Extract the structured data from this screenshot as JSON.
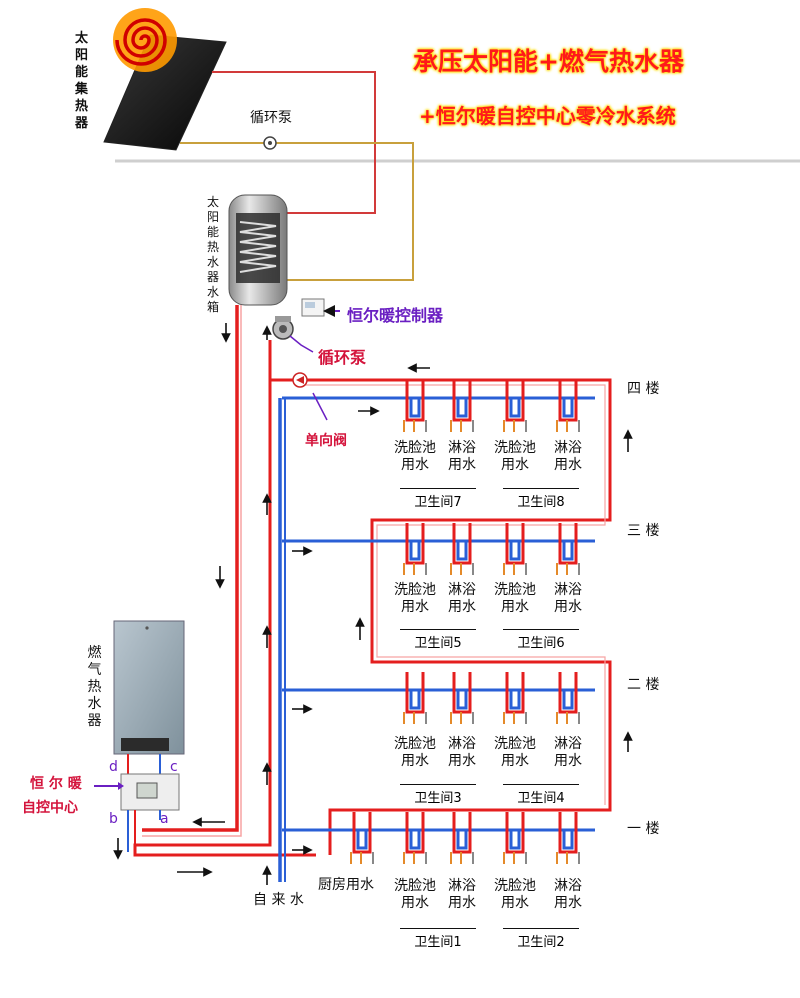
{
  "title_line1": "承压太阳能+燃气热水器",
  "title_line2": "+恒尔暖自控中心零冷水系统",
  "solar_collector_label": "太阳能集热器",
  "circulation_pump_top": "循环泵",
  "solar_tank_label": "太阳能热水器水箱",
  "controller_callout": "恒尔暖控制器",
  "pump_callout": "循环泵",
  "check_valve_callout": "单向阀",
  "gas_heater_label": "燃气热水器",
  "control_center_callout": [
    "恒 尔 暖",
    "自控中心"
  ],
  "ports": {
    "a": "a",
    "b": "b",
    "c": "c",
    "d": "d"
  },
  "tap_water_label": "自 来 水",
  "kitchen_label": "厨房用水",
  "fixture_labels": {
    "sink": [
      "洗脸池",
      "用水"
    ],
    "shower": [
      "淋浴",
      "用水"
    ]
  },
  "floors": [
    {
      "name": "四  楼",
      "bathrooms": [
        "卫生间7",
        "卫生间8"
      ]
    },
    {
      "name": "三  楼",
      "bathrooms": [
        "卫生间5",
        "卫生间6"
      ]
    },
    {
      "name": "二  楼",
      "bathrooms": [
        "卫生间3",
        "卫生间4"
      ]
    },
    {
      "name": "一  楼",
      "bathrooms": [
        "卫生间1",
        "卫生间2"
      ]
    }
  ],
  "colors": {
    "hot_pipe": "#e41e1e",
    "cold_pipe": "#2a5fd6",
    "solar_loop": "#c8a03c",
    "title": "#ff1a1a",
    "title_glow": "#ffdd00",
    "callout_purple": "#6a1fc2",
    "callout_red": "#d4143c"
  }
}
